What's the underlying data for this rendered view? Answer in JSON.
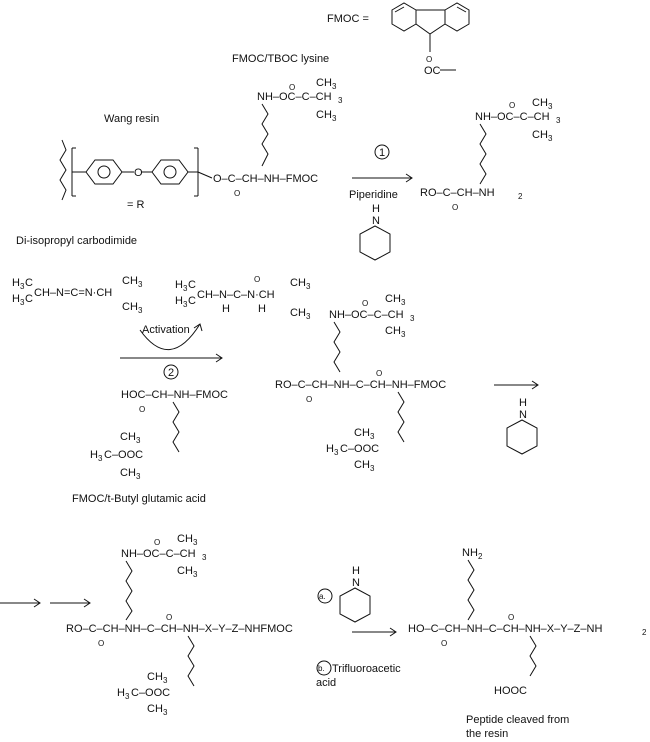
{
  "header": {
    "fmoc_def": "FMOC =",
    "fmoc_carbonyl": "OC",
    "fmoc_carbonyl_o": "O",
    "fmoc_tboc_lysine": "FMOC/TBOC lysine"
  },
  "step1": {
    "wang_resin": "Wang resin",
    "equals_r": "= R",
    "side_chain": "NH–OC–C–CH",
    "sub3": "3",
    "ch3": "CH",
    "carbonyl_o": "O",
    "ester": "O–C–CH–NH–FMOC",
    "step_num": "1",
    "piperidine": "Piperidine",
    "nh": "H",
    "n": "N",
    "product_side": "NH–OC–C–CH",
    "product_backbone": "RO–C–CH–NH",
    "sub2": "2"
  },
  "dic": {
    "label": "Di-isopropyl carbodimide",
    "h3c": "H",
    "c": "C",
    "reagent": "CH–N=C=N·CH",
    "urea": "CH–N–C–N·CH",
    "h": "H",
    "activation": "Activation",
    "step_num": "2"
  },
  "glu": {
    "backbone": "HOC–CH–NH–FMOC",
    "ester_tail": "C–OOC",
    "label": "FMOC/t-Butyl glutamic acid"
  },
  "dipeptide": {
    "side": "NH–OC–C–CH",
    "backbone": "RO–C–CH–NH–C–CH–NH–FMOC",
    "ester_tail": "C–OOC"
  },
  "final": {
    "backbone": "RO–C–CH–NH–C–CH–NH–X–Y–Z–NHFMOC",
    "step_a": "a.",
    "step_b": "b.",
    "tfa": "Trifluoroacetic",
    "acid": "acid",
    "nh2": "NH",
    "product": "HO–C–CH–NH–C–CH–NH–X–Y–Z–NH",
    "hooc": "HOOC",
    "caption_1": "Peptide cleaved from",
    "caption_2": "the resin"
  }
}
